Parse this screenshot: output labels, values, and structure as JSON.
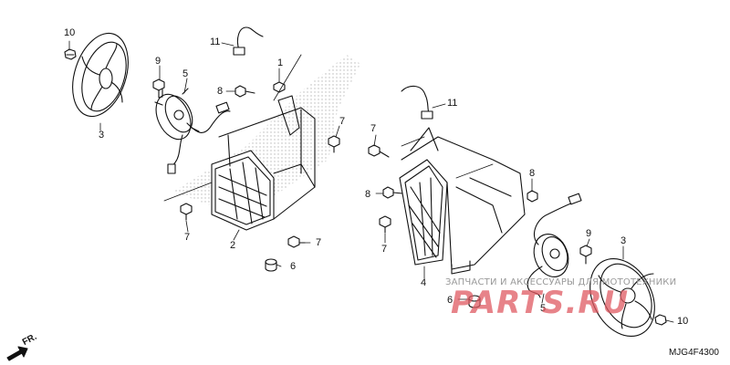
{
  "callouts": {
    "c1": "1",
    "c2": "2",
    "c3_left": "3",
    "c3_right": "3",
    "c4": "4",
    "c5_left": "5",
    "c5_right": "5",
    "c6_left": "6",
    "c6_right": "6",
    "c7_a": "7",
    "c7_b": "7",
    "c7_c": "7",
    "c7_d": "7",
    "c7_e": "7",
    "c8_left": "8",
    "c8_right_a": "8",
    "c8_right_b": "8",
    "c9_left": "9",
    "c9_right": "9",
    "c10_left": "10",
    "c10_right": "10",
    "c11_left": "11",
    "c11_right": "11"
  },
  "watermark": {
    "tagline": "ЗАПЧАСТИ И АКСЕССУАРЫ ДЛЯ МОТОТЕХНИКИ",
    "logo": "PARTS.RU"
  },
  "diagram_code": "MJG4F4300",
  "front_label": "FR.",
  "colors": {
    "line": "#111111",
    "watermark_red": "#e05a62",
    "stipple": "#bdbdbd"
  }
}
